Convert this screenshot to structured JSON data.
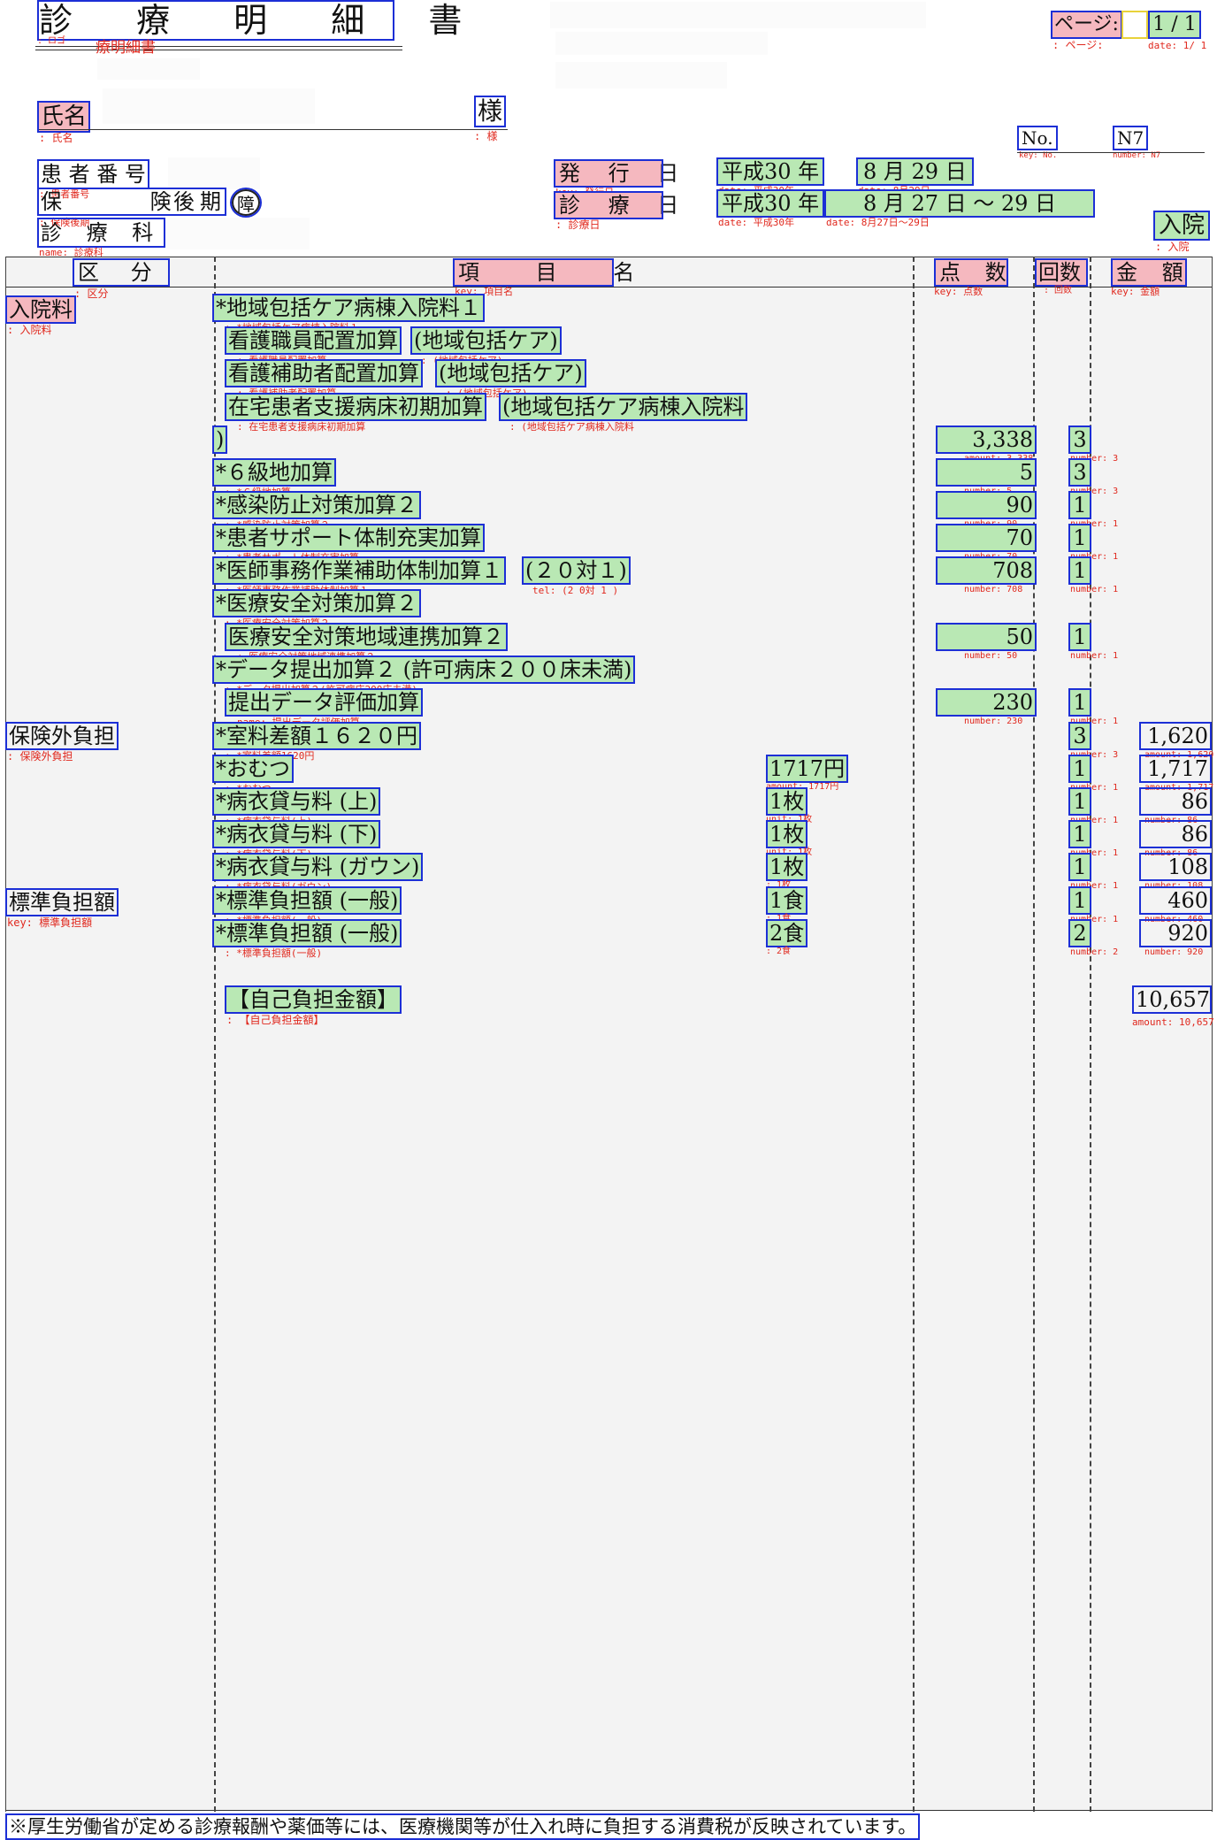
{
  "header": {
    "title": "診 療 明 細 書",
    "title_sub_annotation": "療明細書",
    "title_annotation_prefix": ": ロゴ",
    "page_label": "ページ:",
    "page_label_annotation": ": ページ:",
    "page_value": "1 / 1",
    "page_value_annotation": "date: 1/ 1"
  },
  "patient": {
    "name_label": "氏名",
    "name_label_annotation": ": 氏名",
    "honorific": "様",
    "honorific_annotation": ": 様",
    "number_label": "患 者 番 号",
    "number_label_annotation": ": 患者番号",
    "insurance_label": "保 険",
    "insurance_type": "後期",
    "insurance_annotation": ": 保険後期",
    "disability": "障",
    "disability_annotation": ": 障",
    "dept_label": "診 療 科",
    "dept_label_annotation": "name: 診療科"
  },
  "no": {
    "label": "No.",
    "label_annotation": "key: No.",
    "value": "N7",
    "value_annotation": "number: N7"
  },
  "dates": {
    "issue_label": "発 行 日",
    "issue_label_annotation": "key: 発行日",
    "issue_era": "平成30 年",
    "issue_era_annotation": "date: 平成30年",
    "issue_day": "8 月 29 日",
    "issue_day_annotation": "date: 8月29日",
    "treat_label": "診 療 日",
    "treat_label_annotation": ": 診療日",
    "treat_era": "平成30 年",
    "treat_era_annotation": "date: 平成30年",
    "treat_range": "8 月 27 日 ～ 29 日",
    "treat_range_annotation": "date: 8月27日～29日",
    "inpatient": "入院",
    "inpatient_annotation": ": 入院"
  },
  "table": {
    "headers": {
      "category": "区 分",
      "category_annotation": ": 区分",
      "item": "項 目 名",
      "item_annotation": "key: 項目名",
      "points": "点 数",
      "points_annotation": "key: 点数",
      "count": "回数",
      "count_annotation": ": 回数",
      "amount": "金 額",
      "amount_annotation": "key: 金額"
    },
    "sections": {
      "admission": "入院料",
      "admission_annotation": ": 入院料",
      "non_insured": "保険外負担",
      "non_insured_annotation": ": 保険外負担",
      "standard": "標準負担額",
      "standard_annotation": "key: 標準負担額"
    },
    "rows": [
      {
        "item": "*地域包括ケア病棟入院料１",
        "item_ann": ": *地域包括ケア病棟入院料１"
      },
      {
        "item": "看護職員配置加算",
        "item2": "(地域包括ケア)",
        "item_ann": ": 看護職員配置加算",
        "item2_ann": ": (地域包括ケア)"
      },
      {
        "item": "看護補助者配置加算",
        "item2": "(地域包括ケア)",
        "item_ann": ": 看護補助者配置加算",
        "item2_ann": ": (地域包括ケア)"
      },
      {
        "item": "在宅患者支援病床初期加算",
        "item2": "(地域包括ケア病棟入院料",
        "item_ann": ": 在宅患者支援病床初期加算",
        "item2_ann": ": (地域包括ケア病棟入院料"
      },
      {
        "item": ")",
        "points": "3,338",
        "points_ann": "amount: 3,338",
        "count": "3",
        "count_ann": "number: 3"
      },
      {
        "item": "*６級地加算",
        "item_ann": ": *６級地加算",
        "points": "5",
        "points_ann": "number: 5",
        "count": "3",
        "count_ann": "number: 3"
      },
      {
        "item": "*感染防止対策加算２",
        "item_ann": ": *感染防止対策加算２",
        "points": "90",
        "points_ann": "number: 90",
        "count": "1",
        "count_ann": "number: 1"
      },
      {
        "item": "*患者サポート体制充実加算",
        "item_ann": ": *患者サポート体制充実加算",
        "points": "70",
        "points_ann": "number: 70",
        "count": "1",
        "count_ann": "number: 1"
      },
      {
        "item": "*医師事務作業補助体制加算１",
        "item2": "(２０対１)",
        "item_ann": ": *医師事務作業補助体制加算１",
        "item2_ann": "tel: (2 0対 1 )",
        "points": "708",
        "points_ann": "number: 708",
        "count": "1",
        "count_ann": "number: 1"
      },
      {
        "item": "*医療安全対策加算２",
        "item_ann": ": *医療安全対策加算２"
      },
      {
        "item": "医療安全対策地域連携加算２",
        "item_ann": ": 医療安全対策地域連携加算２",
        "points": "50",
        "points_ann": "number: 50",
        "count": "1",
        "count_ann": "number: 1"
      },
      {
        "item": "*データ提出加算２ (許可病床２００床未満)",
        "item_ann": ": *データ提出加算２(許可病床200床未満)"
      },
      {
        "item": "提出データ評価加算",
        "item_ann": "name: 提出データ評価加算",
        "points": "230",
        "points_ann": "number: 230",
        "count": "1",
        "count_ann": "number: 1"
      },
      {
        "item": "*室料差額１６２０円",
        "item_ann": ": *室料差額1620円",
        "count": "3",
        "count_ann": "number: 3",
        "amount": "1,620",
        "amount_ann": "amount: 1,620"
      },
      {
        "item": "*おむつ",
        "item_ann": ": *おむつ",
        "unit": "1717円",
        "unit_ann": "amount: 1717円",
        "count": "1",
        "count_ann": "number: 1",
        "amount": "1,717",
        "amount_ann": "amount: 1,717"
      },
      {
        "item": "*病衣貸与料 (上)",
        "item_ann": ": *病衣貸与料(上)",
        "unit": "1枚",
        "unit_ann": "unit: 1枚",
        "count": "1",
        "count_ann": "number: 1",
        "amount": "86",
        "amount_ann": "number: 86"
      },
      {
        "item": "*病衣貸与料 (下)",
        "item_ann": ": *病衣貸与料(下)",
        "unit": "1枚",
        "unit_ann": "unit: 1枚",
        "count": "1",
        "count_ann": "number: 1",
        "amount": "86",
        "amount_ann": "number: 86"
      },
      {
        "item": "*病衣貸与料 (ガウン)",
        "item_ann": ": *病衣貸与料(ガウン)",
        "unit": "1枚",
        "unit_ann": ": 1枚",
        "count": "1",
        "count_ann": "number: 1",
        "amount": "108",
        "amount_ann": "number: 108"
      },
      {
        "item": "*標準負担額 (一般)",
        "item_ann": ": *標準負担額(一般)",
        "unit": "1食",
        "unit_ann": ": 1食",
        "count": "1",
        "count_ann": "number: 1",
        "amount": "460",
        "amount_ann": "number: 460"
      },
      {
        "item": "*標準負担額 (一般)",
        "item_ann": ": *標準負担額(一般)",
        "unit": "2食",
        "unit_ann": ": 2食",
        "count": "2",
        "count_ann": "number: 2",
        "amount": "920",
        "amount_ann": "number: 920"
      }
    ],
    "total_label": "【自己負担金額】",
    "total_label_annotation": ": 【自己負担金額】",
    "total_value": "10,657",
    "total_value_annotation": "amount: 10,657"
  },
  "footer": {
    "note": "※厚生労働省が定める診療報酬や薬価等には、医療機関等が仕入れ時に負担する消費税が反映されています。"
  },
  "colors": {
    "key_fill": "#f5b8bf",
    "value_fill": "#b9e8b4",
    "box_outline": "#1c2fd6",
    "annotation_text": "#e0281e",
    "alt_outline": "#e8d23a"
  }
}
